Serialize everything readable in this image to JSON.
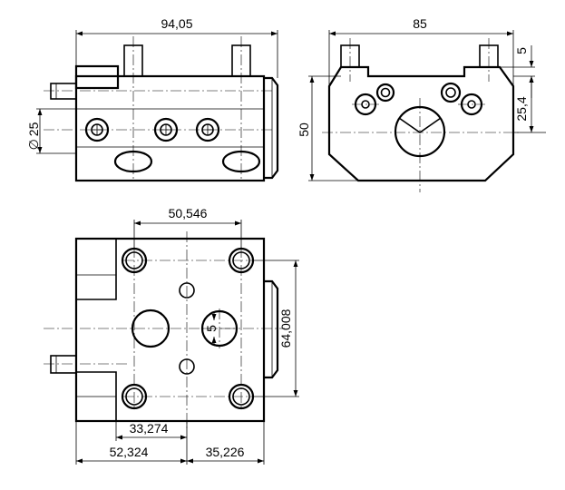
{
  "drawing": {
    "colors": {
      "line": "#000000",
      "background": "#ffffff"
    },
    "dimensions": {
      "front_width": "94,05",
      "side_width": "85",
      "side_top_offset": "5",
      "side_hole_height": "25,4",
      "side_height": "50",
      "front_diameter": "25",
      "top_hole_spacing": "50,546",
      "top_vertical_spacing": "64,008",
      "top_slot_width": "5",
      "top_offset_inner": "33,274",
      "top_offset_left": "52,324",
      "top_offset_right": "35,226"
    },
    "symbols": {
      "diameter": "∅"
    },
    "views": [
      "front-view",
      "side-view",
      "top-view"
    ]
  }
}
